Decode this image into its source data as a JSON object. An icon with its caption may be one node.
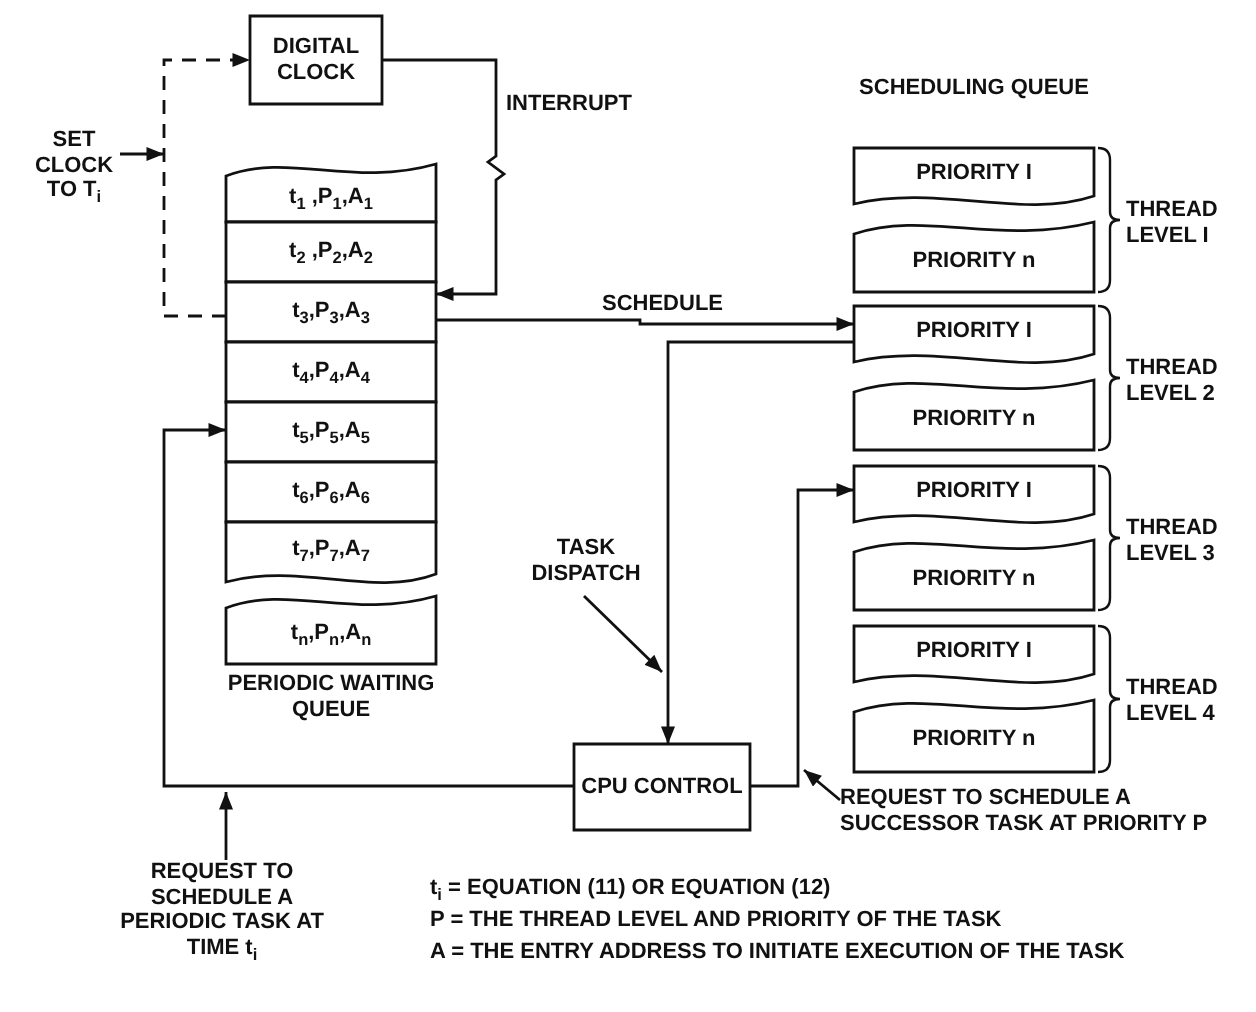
{
  "diagram": {
    "nodes": [
      {
        "text": [
          "DIGITAL CLOCK"
        ]
      },
      {
        "text": [
          "PERIODIC WAITING QUEUE"
        ]
      },
      {
        "text": [
          "t$_{1}$ ,P$_{1}$,A$_{1}$"
        ],
        "in": 1
      },
      {
        "text": [
          "t$_{2}$ ,P$_{2}$,A$_{2}$"
        ],
        "in": 1
      },
      {
        "text": [
          "t$_{3}$,P$_{3}$,A$_{3}$"
        ],
        "in": 1
      },
      {
        "text": [
          "t$_{4}$,P$_{4}$,A$_{4}$"
        ],
        "in": 1
      },
      {
        "text": [
          "t$_{5}$,P$_{5}$,A$_{5}$"
        ],
        "in": 1
      },
      {
        "text": [
          "t$_{6}$,P$_{6}$,A$_{6}$"
        ],
        "in": 1
      },
      {
        "text": [
          "t$_{7}$,P$_{7}$,A$_{7}$"
        ],
        "in": 1
      },
      {
        "text": [
          "t$_{n}$,P$_{n}$,A$_{n}$"
        ],
        "in": 1
      },
      {
        "text": [
          "CPU CONTROL"
        ]
      },
      {
        "text": [
          "SCHEDULING QUEUE"
        ]
      },
      {
        "text": [
          "PRIORITY I"
        ],
        "in": 11
      },
      {
        "text": [
          "PRIORITY n"
        ],
        "in": 11
      },
      {
        "text": [
          "PRIORITY I"
        ],
        "in": 11
      },
      {
        "text": [
          "PRIORITY n"
        ],
        "in": 11
      },
      {
        "text": [
          "PRIORITY I"
        ],
        "in": 11
      },
      {
        "text": [
          "PRIORITY n"
        ],
        "in": 11
      },
      {
        "text": [
          "PRIORITY I"
        ],
        "in": 11
      },
      {
        "text": [
          "PRIORITY n"
        ],
        "in": 11
      },
      {
        "text": [
          "SET CLOCK TO T$_{i}$"
        ]
      },
      {
        "text": [
          "TASK DISPATCH"
        ]
      },
      {
        "text": [
          "REQUEST TO SCHEDULE A PERIODIC TASK AT TIME t$_{i}$"
        ]
      },
      {
        "text": [
          "REQUEST TO SCHEDULE A SUCCESSOR TASK AT PRIORITY P"
        ]
      }
    ],
    "edges": [
      {
        "from": 4,
        "to": 0,
        "arrow": "to",
        "style": "dashed"
      },
      {
        "from": 20,
        "to": null,
        "arrow": "to"
      },
      {
        "from": 0,
        "to": 4,
        "arrow": "to",
        "label": "INTERRUPT"
      },
      {
        "from": 4,
        "to": 14,
        "arrow": "to",
        "label": "SCHEDULE"
      },
      {
        "from": 14,
        "to": 10,
        "arrow": "to"
      },
      {
        "from": 21,
        "to": null,
        "arrow": "to"
      },
      {
        "from": 10,
        "to": 6,
        "arrow": "to"
      },
      {
        "from": 10,
        "to": 16,
        "arrow": "to"
      },
      {
        "from": 22,
        "to": null,
        "arrow": "to"
      },
      {
        "from": 23,
        "to": null,
        "arrow": "to"
      }
    ],
    "labels": [
      "THREAD LEVEL I",
      "THREAD LEVEL 2",
      "THREAD LEVEL 3",
      "THREAD LEVEL 4",
      "t$_{i}$ = EQUATION (11) OR EQUATION (12)",
      "P = THE THREAD LEVEL AND PRIORITY OF THE TASK",
      "A = THE ENTRY ADDRESS TO INITIATE EXECUTION OF THE TASK"
    ]
  }
}
